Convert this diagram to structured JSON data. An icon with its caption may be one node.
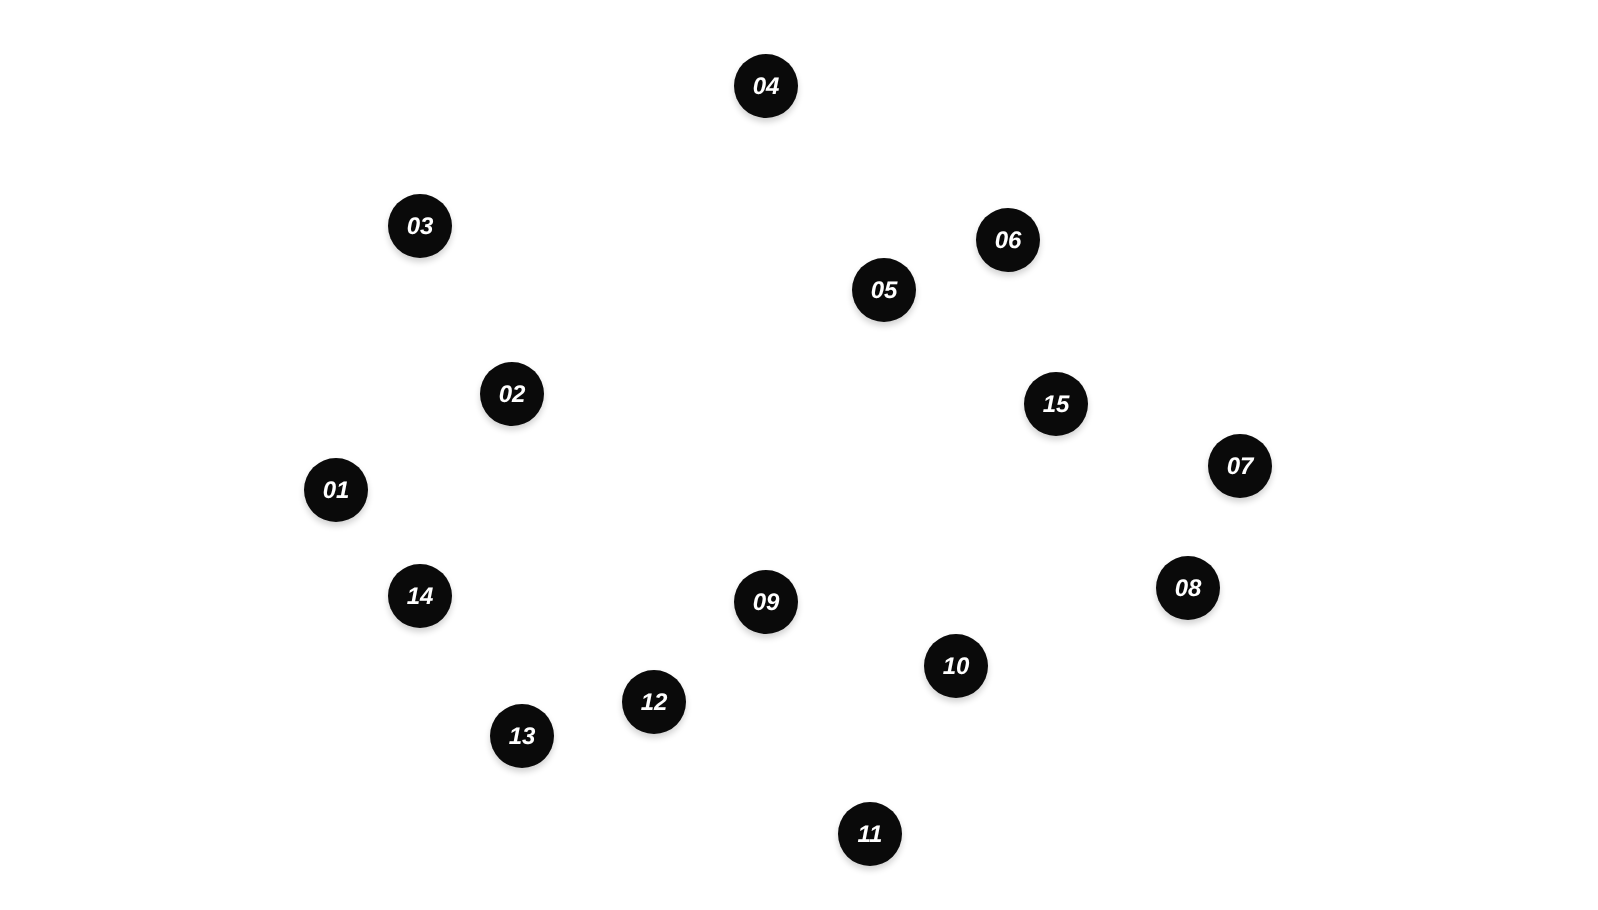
{
  "diagram": {
    "nodes": [
      {
        "text": [
          "04"
        ]
      },
      {
        "text": [
          "03"
        ]
      },
      {
        "text": [
          "06"
        ]
      },
      {
        "text": [
          "05"
        ]
      },
      {
        "text": [
          "02"
        ]
      },
      {
        "text": [
          "15"
        ]
      },
      {
        "text": [
          "07"
        ]
      },
      {
        "text": [
          "01"
        ]
      },
      {
        "text": [
          "08"
        ]
      },
      {
        "text": [
          "14"
        ]
      },
      {
        "text": [
          "09"
        ]
      },
      {
        "text": [
          "10"
        ]
      },
      {
        "text": [
          "12"
        ]
      },
      {
        "text": [
          "13"
        ]
      },
      {
        "text": [
          "11"
        ]
      }
    ]
  }
}
